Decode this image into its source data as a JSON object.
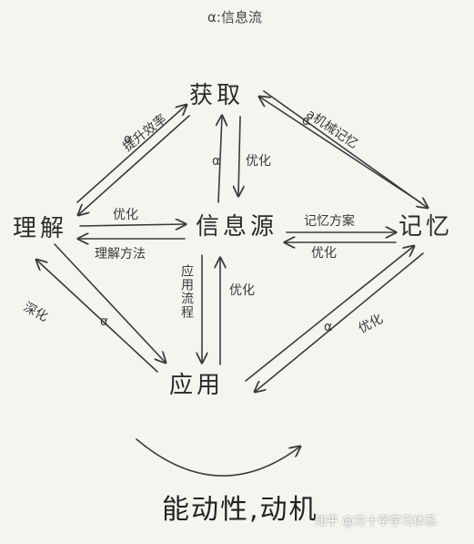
{
  "title": "α:信息流",
  "nodes": {
    "acquire": "获取",
    "source": "信息源",
    "memory": "记忆",
    "understand": "理解",
    "apply": "应用"
  },
  "edge_labels": {
    "understand_to_acquire_top": "α",
    "understand_to_acquire_bottom": "提升效率",
    "acquire_memory_alpha": "α",
    "acquire_memory_text": "a机械记忆",
    "acquire_source_alpha": "α",
    "source_acquire_opt": "优化",
    "understand_source": "优化",
    "source_understand": "理解方法",
    "source_memory": "记忆方案",
    "memory_source": "优化",
    "source_apply_vertical": "应用流程",
    "apply_source_opt": "优化",
    "understand_apply_deepen": "深化",
    "understand_apply_alpha": "α",
    "apply_memory_alpha": "α",
    "apply_memory_opt": "优化"
  },
  "footer": "能动性,动机",
  "watermark": "知乎 @方十字学习体系"
}
